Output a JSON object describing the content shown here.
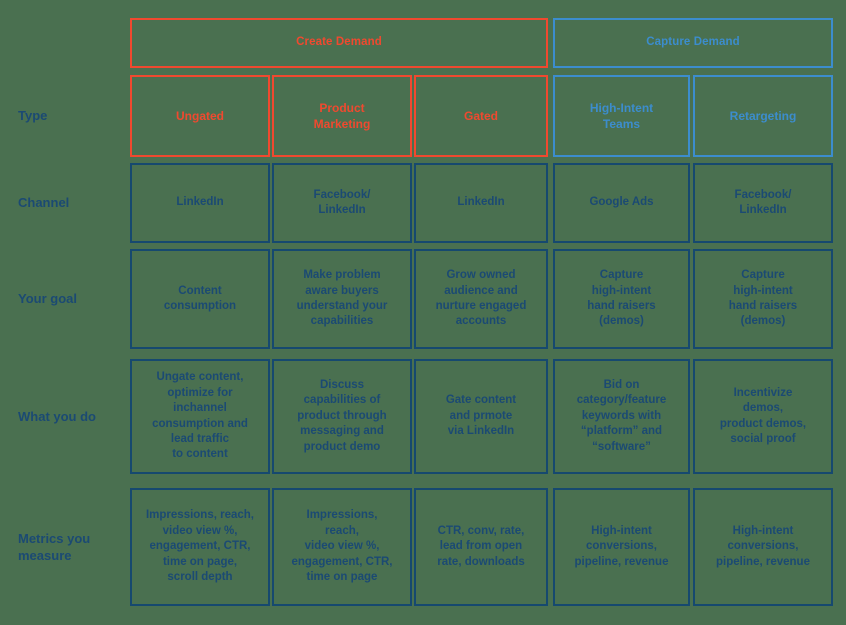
{
  "background_color": "#4a7050",
  "colors": {
    "create_demand": "#f0492f",
    "capture_demand": "#3c8dcd",
    "data_navy": "#1b4a73",
    "background": "#4a7050"
  },
  "groups": [
    {
      "label": "Create Demand",
      "color": "#f0492f",
      "span": 3
    },
    {
      "label": "Capture Demand",
      "color": "#3c8dcd",
      "span": 2
    }
  ],
  "row_labels": [
    "Type",
    "Channel",
    "Your goal",
    "What you do",
    "Metrics you\nmeasure"
  ],
  "columns": [
    {
      "type": "Ungated",
      "group": "Create Demand",
      "channel": "LinkedIn",
      "your_goal": "Content\nconsumption",
      "what_you_do": "Ungate content,\noptimize for\ninchannel\nconsumption and\nlead traffic\nto content",
      "metrics": "Impressions, reach,\nvideo view %,\nengagement, CTR,\ntime on page,\nscroll depth"
    },
    {
      "type": "Product\nMarketing",
      "group": "Create Demand",
      "channel": "Facebook/\nLinkedIn",
      "your_goal": "Make problem\naware buyers\nunderstand your\ncapabilities",
      "what_you_do": "Discuss\ncapabilities of\nproduct through\nmessaging and\nproduct demo",
      "metrics": "Impressions,\nreach,\nvideo view %,\nengagement, CTR,\ntime on page"
    },
    {
      "type": "Gated",
      "group": "Create Demand",
      "channel": "LinkedIn",
      "your_goal": "Grow owned\naudience and\nnurture engaged\naccounts",
      "what_you_do": "Gate content\nand prmote\nvia LinkedIn",
      "metrics": "CTR, conv, rate,\nlead from open\nrate, downloads"
    },
    {
      "type": "High-Intent\nTeams",
      "group": "Capture Demand",
      "channel": "Google Ads",
      "your_goal": "Capture\nhigh-intent\nhand raisers\n(demos)",
      "what_you_do": "Bid on\ncategory/feature\nkeywords with\n“platform” and\n“software”",
      "metrics": "High-intent\nconversions,\npipeline, revenue"
    },
    {
      "type": "Retargeting",
      "group": "Capture Demand",
      "channel": "Facebook/\nLinkedIn",
      "your_goal": "Capture\nhigh-intent\nhand raisers\n(demos)",
      "what_you_do": "Incentivize\ndemos,\nproduct demos,\nsocial proof",
      "metrics": "High-intent\nconversions,\npipeline, revenue"
    }
  ]
}
